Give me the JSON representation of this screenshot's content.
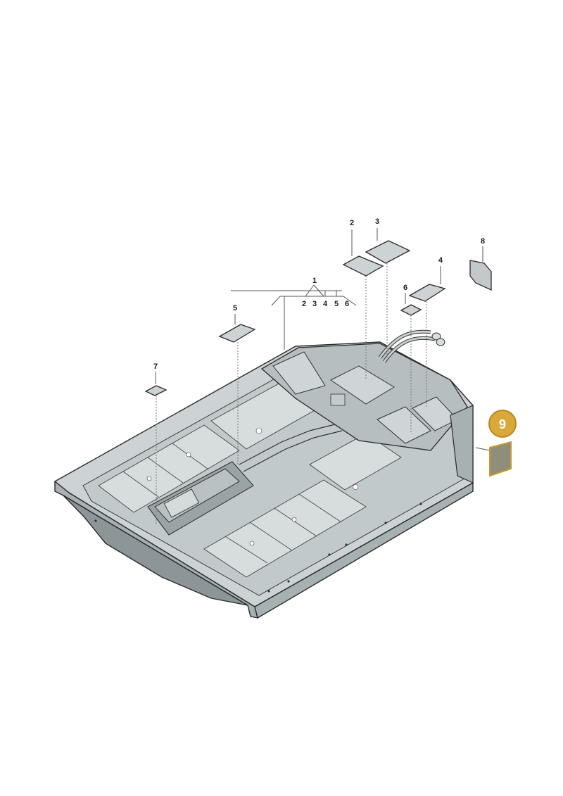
{
  "callouts": {
    "c1": "1",
    "c2": "2",
    "c3": "3",
    "c4": "4",
    "c5": "5",
    "c6": "6",
    "c7": "7",
    "c8": "8",
    "c9": "9",
    "sub_2": "2",
    "sub_3": "3",
    "sub_4": "4",
    "sub_5": "5",
    "sub_6": "6"
  },
  "highlight": {
    "badge_fill": "#d8a93a",
    "badge_stroke": "#b8891e",
    "badge_text": "#ffffff",
    "pad_fill": "#8e8e7a",
    "pad_stroke": "#c89a2c"
  }
}
